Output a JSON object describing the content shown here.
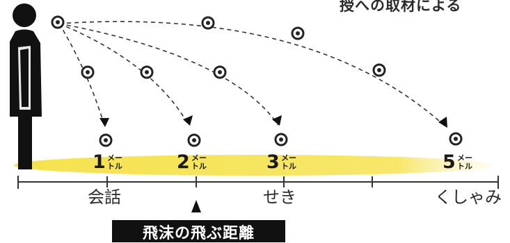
{
  "source_note": "授への取材による",
  "distances": [
    {
      "value": "1",
      "unit_top": "メー",
      "unit_bottom": "トル"
    },
    {
      "value": "2",
      "unit_top": "メー",
      "unit_bottom": "トル"
    },
    {
      "value": "3",
      "unit_top": "メー",
      "unit_bottom": "トル"
    },
    {
      "value": "5",
      "unit_top": "メー",
      "unit_bottom": "トル"
    }
  ],
  "categories": [
    {
      "label": "会話"
    },
    {
      "label": "せき"
    },
    {
      "label": "くしゃみ"
    }
  ],
  "caption": "飛沫の飛ぶ距離",
  "colors": {
    "floor_yellow": "#f1d82a",
    "figure": "#111111",
    "marker": "#222222",
    "axis": "#333333",
    "caption_bg": "#111111"
  },
  "icons": [
    "person-silhouette-icon",
    "droplet-marker-icon",
    "arrow-head-icon"
  ]
}
